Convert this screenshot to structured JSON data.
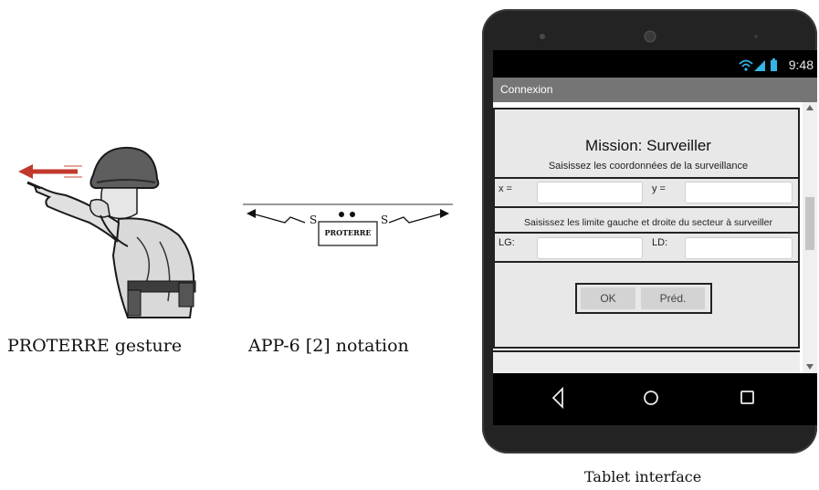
{
  "captions": {
    "gesture": "PROTERRE gesture",
    "notation": "APP-6 [2] notation",
    "tablet": "Tablet interface"
  },
  "notation_symbol": {
    "label": "PROTERRE",
    "left_mark": "S",
    "right_mark": "S"
  },
  "tablet": {
    "status_time": "9:48",
    "status_icons": [
      "wifi-icon",
      "signal-icon",
      "battery-icon"
    ],
    "app_title": "Connexion",
    "form": {
      "title": "Mission: Surveiller",
      "coords_prompt": "Saisissez les coordonnées de la surveillance",
      "x_label": "x =",
      "x_value": "",
      "y_label": "y =",
      "y_value": "",
      "sector_prompt": "Saisissez les limite gauche et droite du secteur à surveiller",
      "lg_label": "LG:",
      "lg_value": "",
      "ld_label": "LD:",
      "ld_value": "",
      "ok_label": "OK",
      "prev_label": "Préd."
    },
    "nav_icons": [
      "back-triangle-icon",
      "home-circle-icon",
      "recents-square-icon"
    ]
  },
  "colors": {
    "device": "#232323",
    "titlebar": "#757575",
    "form_bg": "#e8e8e8",
    "arrow_red": "#c0392b"
  }
}
